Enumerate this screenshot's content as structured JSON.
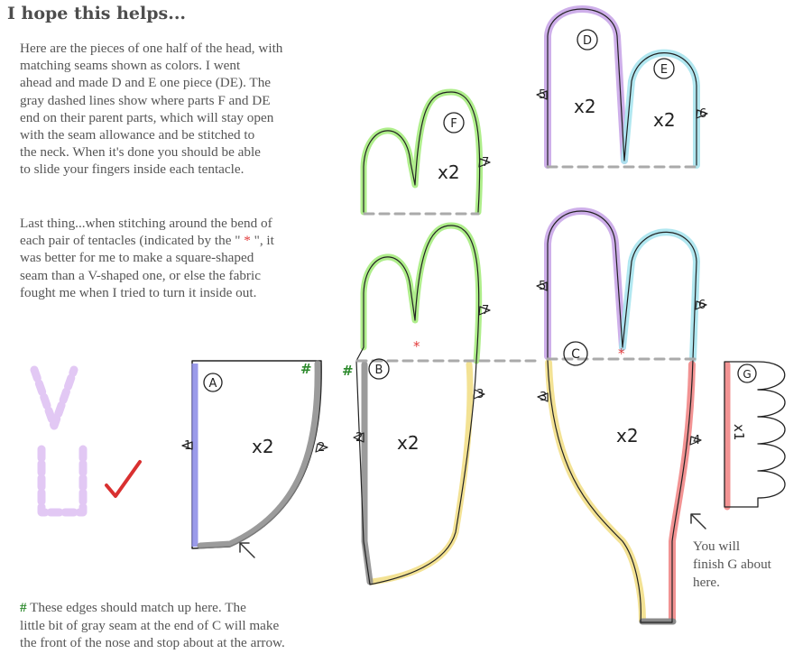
{
  "title": "I hope this helps...",
  "intro_lines": [
    "Here are the pieces of one half of the head, with",
    "matching seams shown as colors.  I went",
    "ahead and made D and E one piece (DE).  The",
    "gray dashed lines show where parts F and DE",
    "end on their parent parts, which will stay open",
    "with the seam allowance and be stitched to",
    "the neck.  When it's done you should be able",
    "to slide your fingers inside each tentacle."
  ],
  "tip": {
    "line1": "Last thing...when stitching around the bend of",
    "line2_before": "each pair of tentacles (indicated by the  \" ",
    "line2_star": "*",
    "line2_after": " \", it",
    "line3": "was better for me to make a square-shaped",
    "line4": "seam than a V-shaped one, or else the fabric",
    "line5": "fought me when I tried to turn it inside out."
  },
  "match_note": {
    "symbol": "#",
    "line1": " These edges should match up here.  The",
    "line2": "little bit of gray seam at the end of C will make",
    "line3": "the front of the nose and  stop  about at the arrow."
  },
  "g_note_lines": [
    "You will",
    "finish G about",
    "here."
  ],
  "pieces": {
    "a": {
      "letter": "A",
      "count": "x2"
    },
    "b": {
      "letter": "B",
      "count": "x2"
    },
    "c": {
      "letter": "C",
      "count": "x2"
    },
    "d": {
      "letter": "D",
      "count": "x2"
    },
    "e": {
      "letter": "E",
      "count": "x2"
    },
    "f": {
      "letter": "F",
      "count": "x2"
    },
    "g": {
      "letter": "G",
      "count": "x1"
    }
  },
  "marks": {
    "star": "*",
    "hash": "#",
    "check": "✓"
  },
  "notch_numbers": {
    "a_left": "1",
    "a_right": "2",
    "b_left": "2",
    "b_right": "3",
    "c_left": "3",
    "c_right": "4",
    "upper_c_left": "5",
    "upper_c_right": "6",
    "d_left": "5",
    "e_right": "6",
    "f_right": "7",
    "b_top_right": "7"
  },
  "colors": {
    "purple": "#c9a6e8",
    "cyan": "#a8e4ee",
    "green": "#a6ec7e",
    "yellow": "#f2e08e",
    "gray": "#8a8a8a",
    "red": "#f08080",
    "blue": "#8a8ae6",
    "star_red": "#e23a3a",
    "hash_green": "#2d8a2d"
  }
}
